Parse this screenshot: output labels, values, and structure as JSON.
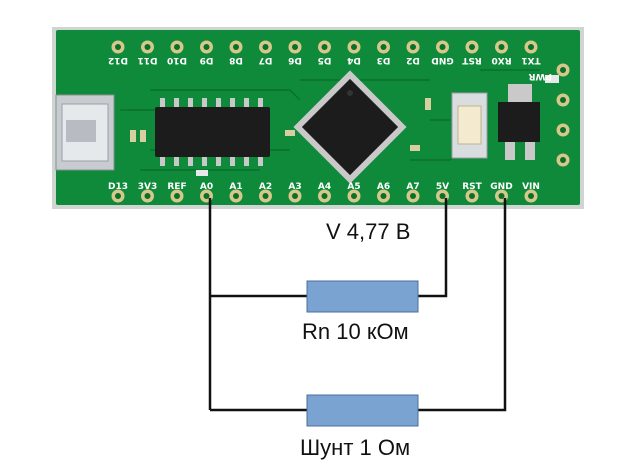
{
  "board": {
    "top_pins": [
      "D12",
      "D11",
      "D10",
      "D9",
      "D8",
      "D7",
      "D6",
      "D5",
      "D4",
      "D3",
      "D2",
      "GND",
      "RST",
      "RX0",
      "TX1"
    ],
    "bottom_pins": [
      "D13",
      "3V3",
      "REF",
      "A0",
      "A1",
      "A2",
      "A3",
      "A4",
      "A5",
      "A6",
      "A7",
      "5V",
      "RST",
      "GND",
      "VIN"
    ],
    "led_label": "PWR",
    "colors": {
      "pcb": "#0f8a3a",
      "pcb_dark": "#0a6e2c",
      "pad": "#d6c88a",
      "chip": "#1c1c1c"
    }
  },
  "circuit": {
    "voltage_label": "V  4,77 В",
    "load_label": "Rn  10 кОм",
    "shunt_label": "Шунт  1 Ом",
    "resistor_color": "#7aa3d2",
    "wire_color": "#111111"
  }
}
